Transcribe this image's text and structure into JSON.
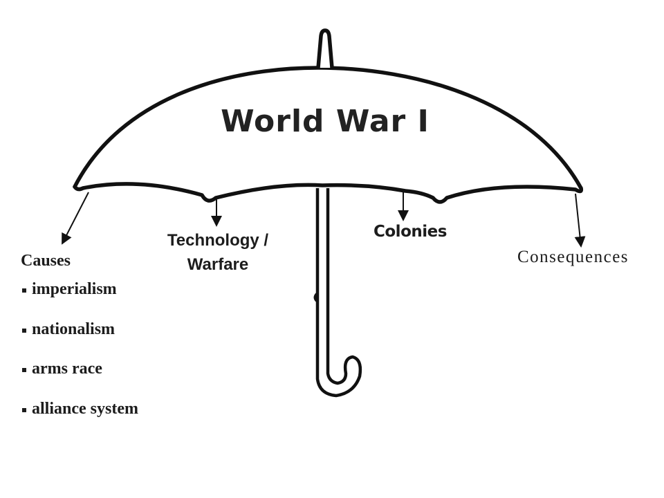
{
  "diagram": {
    "title": "World War I",
    "branches": {
      "technology": "Technology / Warfare",
      "colonies": "Colonies",
      "consequences": "Consequences"
    },
    "causes": {
      "heading": "Causes",
      "items": [
        "imperialism",
        "nationalism",
        "arms race",
        "alliance system"
      ]
    },
    "colors": {
      "ink": "#111111",
      "background": "#ffffff"
    }
  }
}
